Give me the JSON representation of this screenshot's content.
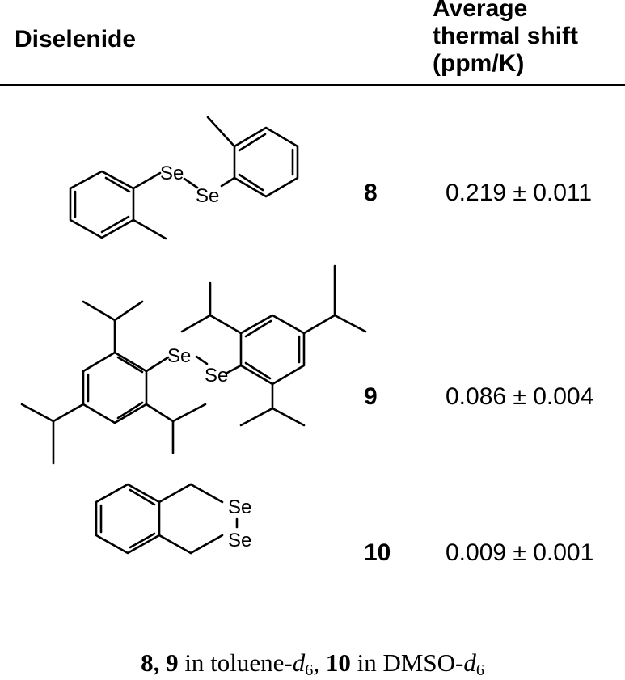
{
  "table": {
    "headers": {
      "diselenide": "Diselenide",
      "shift_line1": "Average",
      "shift_line2": "thermal shift",
      "shift_line3": "(ppm/K)"
    },
    "rows": [
      {
        "compound": "8",
        "value": "0.219 ± 0.011",
        "atom_se1": "Se",
        "atom_se2": "Se"
      },
      {
        "compound": "9",
        "value": "0.086 ± 0.004",
        "atom_se1": "Se",
        "atom_se2": "Se"
      },
      {
        "compound": "10",
        "value": "0.009 ± 0.001",
        "atom_se1": "Se",
        "atom_se2": "Se"
      }
    ]
  },
  "caption": {
    "part1": "8, 9",
    "part2": " in toluene-",
    "italic_d": "d",
    "sub": "6",
    "part3": ", ",
    "part4": "10",
    "part5": " in DMSO-",
    "italic_d2": "d",
    "sub2": "6"
  }
}
